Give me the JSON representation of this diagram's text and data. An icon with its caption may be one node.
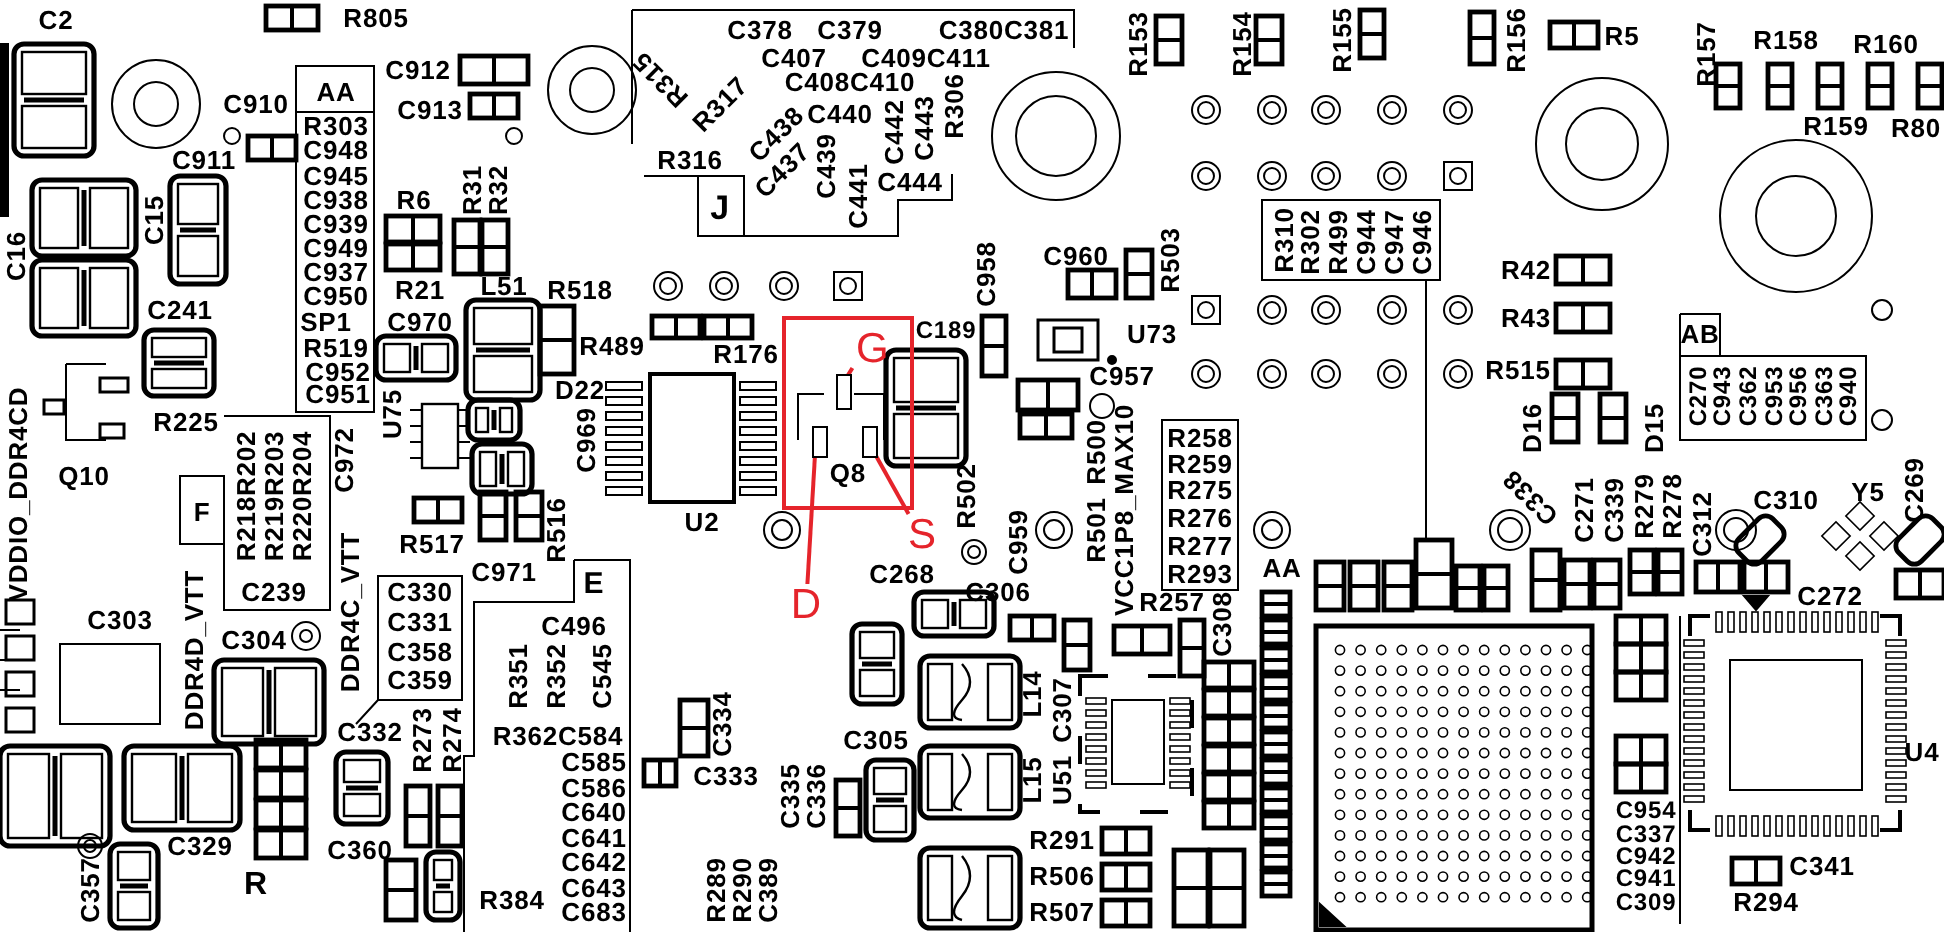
{
  "diagram": {
    "nodes": [
      {
        "text": [
          "Q8"
        ]
      },
      {
        "text": [
          "G"
        ],
        "in": 0
      },
      {
        "text": [],
        "shape": "box",
        "in": 0
      },
      {
        "text": [],
        "shape": "box",
        "in": 0
      },
      {
        "text": [],
        "shape": "box",
        "in": 0
      },
      {
        "text": [
          "S"
        ]
      },
      {
        "text": [
          "D"
        ]
      }
    ],
    "edges": [
      {
        "from": 1,
        "to": 2,
        "arrow": "none"
      },
      {
        "from": 5,
        "to": 4,
        "arrow": "none"
      },
      {
        "from": 6,
        "to": 3,
        "arrow": "none"
      }
    ],
    "labels": [
      "C2",
      "R805",
      "C912",
      "C910",
      "AA",
      "C913",
      "R303",
      "C948",
      "C945",
      "C938",
      "C939",
      "C949",
      "C937",
      "C950",
      "SP1",
      "R519",
      "C952",
      "C951",
      "C911",
      "C15",
      "C16",
      "R6",
      "R31",
      "R32",
      "R21",
      "L51",
      "R518",
      "C970",
      "R489",
      "C241",
      "R225",
      "Q10",
      "VDDIO_DDR4CD",
      "D22",
      "U75",
      "C972",
      "C969",
      "F",
      "R218R202",
      "R219R203",
      "R220R204",
      "C239",
      "R517",
      "C971",
      "R516",
      "U2",
      "R176",
      "C189",
      "C958",
      "C960",
      "R503",
      "U73",
      "C957",
      "R500",
      "R502",
      "C959",
      "R501",
      "VCC1P8_MAX10",
      "C268",
      "C306",
      "R258",
      "R259",
      "R275",
      "R276",
      "R277",
      "R293",
      "R257",
      "C308",
      "AA",
      "L14",
      "C307",
      "L15",
      "U51",
      "C334",
      "C333",
      "C305",
      "C335",
      "C336",
      "R289",
      "R290",
      "C389",
      "R291",
      "R506",
      "R507",
      "C338",
      "C271",
      "C339",
      "R279",
      "R278",
      "C312",
      "C310",
      "Y5",
      "C269",
      "C272",
      "C954",
      "C337",
      "C942",
      "C941",
      "C309",
      "C341",
      "R294",
      "U4",
      "C378",
      "C379",
      "C380C381",
      "C407",
      "C409C411",
      "C408C410",
      "R315",
      "R317",
      "C438",
      "C440",
      "C437",
      "C439",
      "C442",
      "C443",
      "R306",
      "C441",
      "C444",
      "R316",
      "J",
      "R153",
      "R154",
      "R155",
      "R156",
      "R5",
      "R157",
      "R158",
      "R160",
      "R159",
      "R80",
      "R310",
      "R302",
      "R499",
      "C944",
      "C947",
      "C946",
      "R42",
      "R43",
      "R515",
      "D16",
      "D15",
      "AB",
      "C270",
      "C943",
      "C362",
      "C953",
      "C956",
      "C363",
      "C940",
      "DDR4D_VTT",
      "DDR4C_VTT",
      "C303",
      "C304",
      "C330",
      "C331",
      "C358",
      "C359",
      "E",
      "C496",
      "R351",
      "R352",
      "C545",
      "R362C584",
      "C585",
      "C586",
      "C640",
      "C641",
      "C642",
      "C643",
      "C683",
      "C332",
      "R273",
      "R274",
      "C329",
      "C357",
      "C360",
      "R384",
      "R"
    ]
  }
}
